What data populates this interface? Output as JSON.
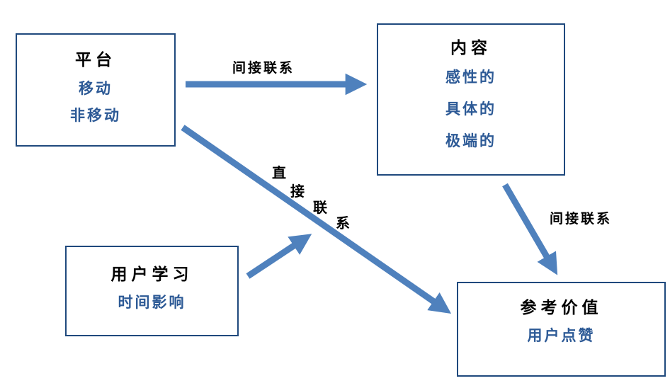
{
  "colors": {
    "arrow": "#4F81BD",
    "box_border": "#1F497D",
    "blue_text": "#2D5A96",
    "label_text": "#000000"
  },
  "nodes": {
    "platform": {
      "title": "平台",
      "items": [
        "移动",
        "非移动"
      ]
    },
    "content": {
      "title": "内容",
      "items": [
        "感性的",
        "具体的",
        "极端的"
      ]
    },
    "learning": {
      "title": "用户学习",
      "items": [
        "时间影响"
      ]
    },
    "value": {
      "title": "参考价值",
      "items": [
        "用户点赞"
      ]
    }
  },
  "edges": {
    "platform_to_content": {
      "from": "平台",
      "to": "内容",
      "label": "间接联系"
    },
    "content_to_value": {
      "from": "内容",
      "to": "参考价值",
      "label": "间接联系"
    },
    "platform_to_value": {
      "from": "平台",
      "to": "参考价值",
      "label": "直接联系",
      "label_chars": [
        "直",
        "接",
        "联",
        "系"
      ]
    },
    "learning_to_direct_link": {
      "from": "用户学习",
      "to": "直接联系",
      "label": ""
    }
  }
}
